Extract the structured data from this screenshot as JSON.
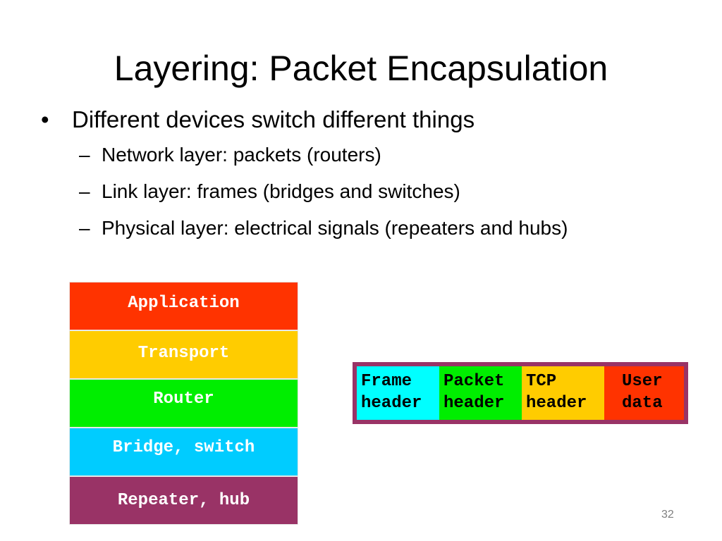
{
  "slide": {
    "title": "Layering: Packet Encapsulation",
    "bullet": {
      "symbol": "•",
      "text": "Different devices switch different things",
      "subitems": [
        {
          "symbol": "–",
          "text": "Network layer: packets (routers)"
        },
        {
          "symbol": "–",
          "text": "Link layer: frames (bridges and switches)"
        },
        {
          "symbol": "–",
          "text": "Physical layer: electrical signals (repeaters and hubs)"
        }
      ]
    },
    "stack": [
      {
        "label": "Application",
        "color": "#ff3300"
      },
      {
        "label": "Transport",
        "color": "#ffcc00"
      },
      {
        "label": "Router",
        "color": "#00ee00"
      },
      {
        "label": "Bridge, switch",
        "color": "#00ccff"
      },
      {
        "label": "Repeater, hub",
        "color": "#993366"
      }
    ],
    "packet": {
      "border_color": "#993366",
      "segments": [
        {
          "line1": "Frame",
          "line2": "header",
          "color": "#00ffff"
        },
        {
          "line1": "Packet",
          "line2": "header",
          "color": "#00ee00"
        },
        {
          "line1": "TCP",
          "line2": "header",
          "color": "#ffcc00"
        },
        {
          "line1": "User",
          "line2": "data",
          "color": "#ff3300"
        }
      ]
    },
    "page_number": "32"
  }
}
